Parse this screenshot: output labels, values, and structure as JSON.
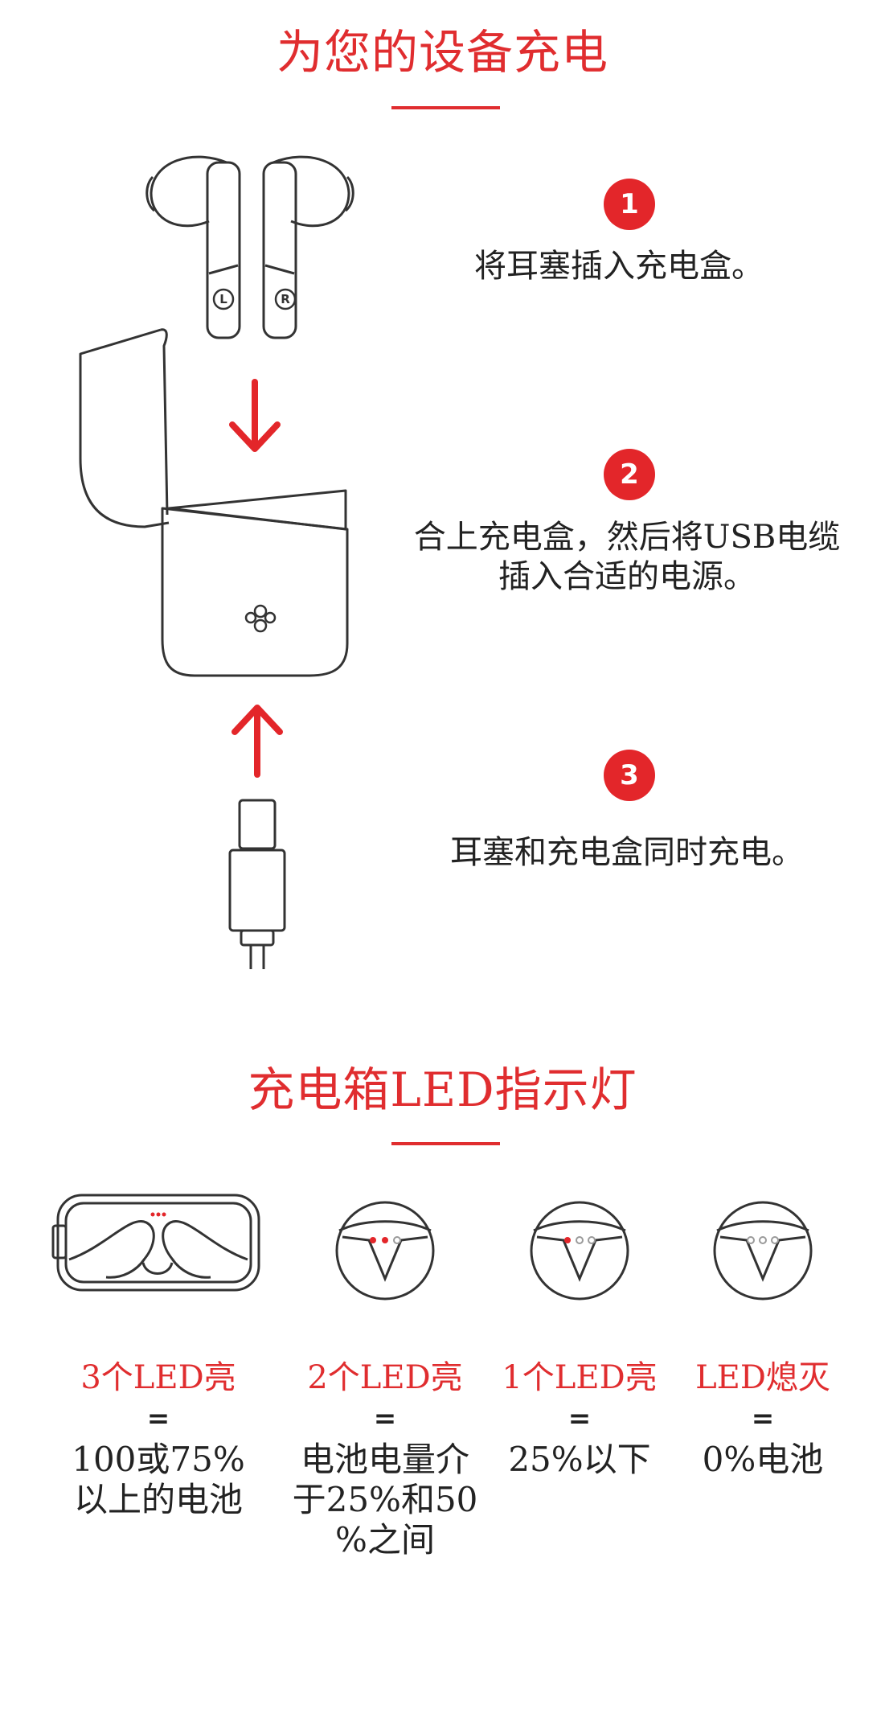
{
  "section1": {
    "title": "为您的设备充电",
    "steps": [
      {
        "number": "1",
        "text": "将耳塞插入充电盒。"
      },
      {
        "number": "2",
        "text_line1": "合上充电盒，然后将USB电缆",
        "text_line2": "插入合适的电源。"
      },
      {
        "number": "3",
        "text": "耳塞和充电盒同时充电。"
      }
    ],
    "earbud_left_mark": "L",
    "earbud_right_mark": "R"
  },
  "section2": {
    "title": "充电箱LED指示灯",
    "indicators": [
      {
        "label": "3个LED亮",
        "equals": "=",
        "desc_line1": "100或75%",
        "desc_line2": "以上的电池",
        "desc_line3": "",
        "lit": 3
      },
      {
        "label": "2个LED亮",
        "equals": "=",
        "desc_line1": "电池电量介",
        "desc_line2": "于25%和50",
        "desc_line3": "%之间",
        "lit": 2
      },
      {
        "label": "1个LED亮",
        "equals": "=",
        "desc_line1": "25%以下",
        "desc_line2": "",
        "desc_line3": "",
        "lit": 1
      },
      {
        "label": "LED熄灭",
        "equals": "=",
        "desc_line1": "0%电池",
        "desc_line2": "",
        "desc_line3": "",
        "lit": 0
      }
    ]
  },
  "colors": {
    "accent": "#e02d2f",
    "line_art": "#333333",
    "led_off": "#9a9a9a"
  }
}
